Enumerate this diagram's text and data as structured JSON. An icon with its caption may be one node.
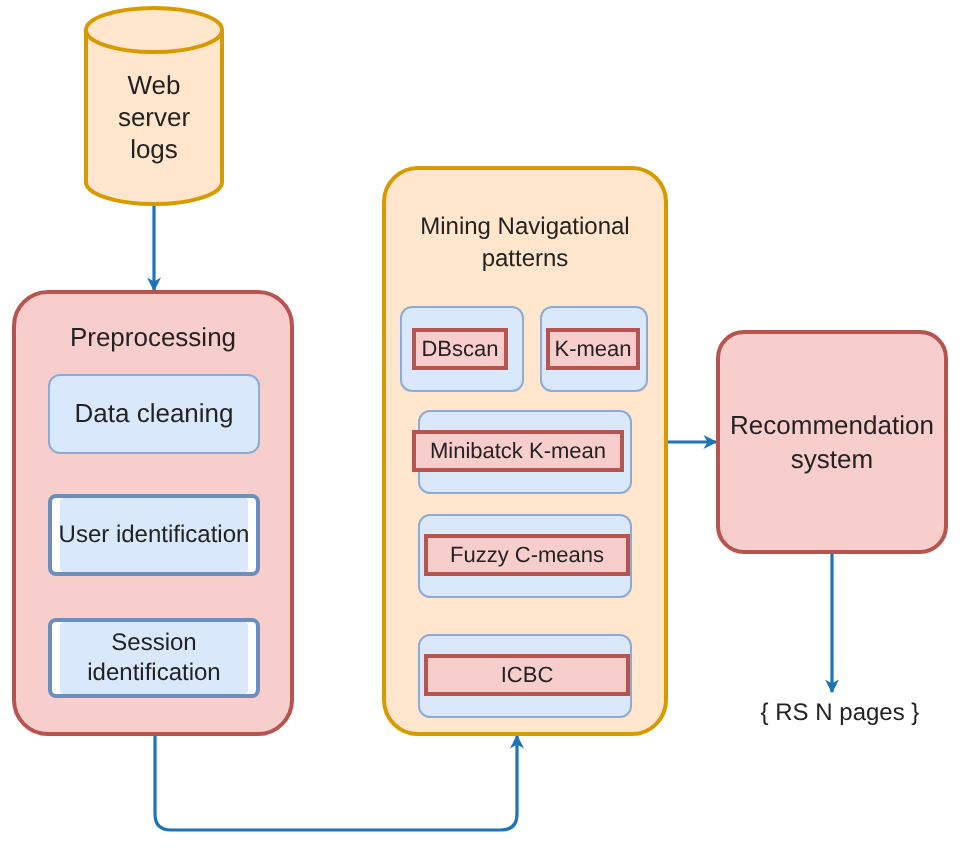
{
  "diagram": {
    "nodes": [
      {
        "text": [
          "Web server logs"
        ]
      },
      {
        "text": [
          "Preprocessing"
        ]
      },
      {
        "text": [
          "Data cleaning"
        ],
        "in": 1
      },
      {
        "text": [
          "User identification"
        ],
        "in": 1
      },
      {
        "text": [
          "Session identification"
        ],
        "in": 1
      },
      {
        "text": [
          "Mining Navigational patterns"
        ]
      },
      {
        "text": [],
        "shape": "box",
        "in": 5
      },
      {
        "text": [
          "DBscan"
        ],
        "in": 6
      },
      {
        "text": [],
        "shape": "box",
        "in": 5
      },
      {
        "text": [
          "K-mean"
        ],
        "in": 8
      },
      {
        "text": [],
        "shape": "box",
        "in": 5
      },
      {
        "text": [
          "Minibatck K-mean"
        ],
        "in": 10
      },
      {
        "text": [],
        "shape": "box",
        "in": 5
      },
      {
        "text": [
          "Fuzzy C-means"
        ],
        "in": 12
      },
      {
        "text": [],
        "shape": "box",
        "in": 5
      },
      {
        "text": [
          "ICBC"
        ],
        "in": 14
      },
      {
        "text": [
          "Recommendation system"
        ]
      },
      {
        "text": [
          "{ RS N pages }"
        ]
      }
    ],
    "edges": [
      {
        "from": 0,
        "to": 1,
        "arrow": "to"
      },
      {
        "from": 1,
        "to": 5,
        "arrow": "to"
      },
      {
        "from": 5,
        "to": 16,
        "arrow": "to"
      },
      {
        "from": 16,
        "to": 17,
        "arrow": "to"
      }
    ]
  }
}
